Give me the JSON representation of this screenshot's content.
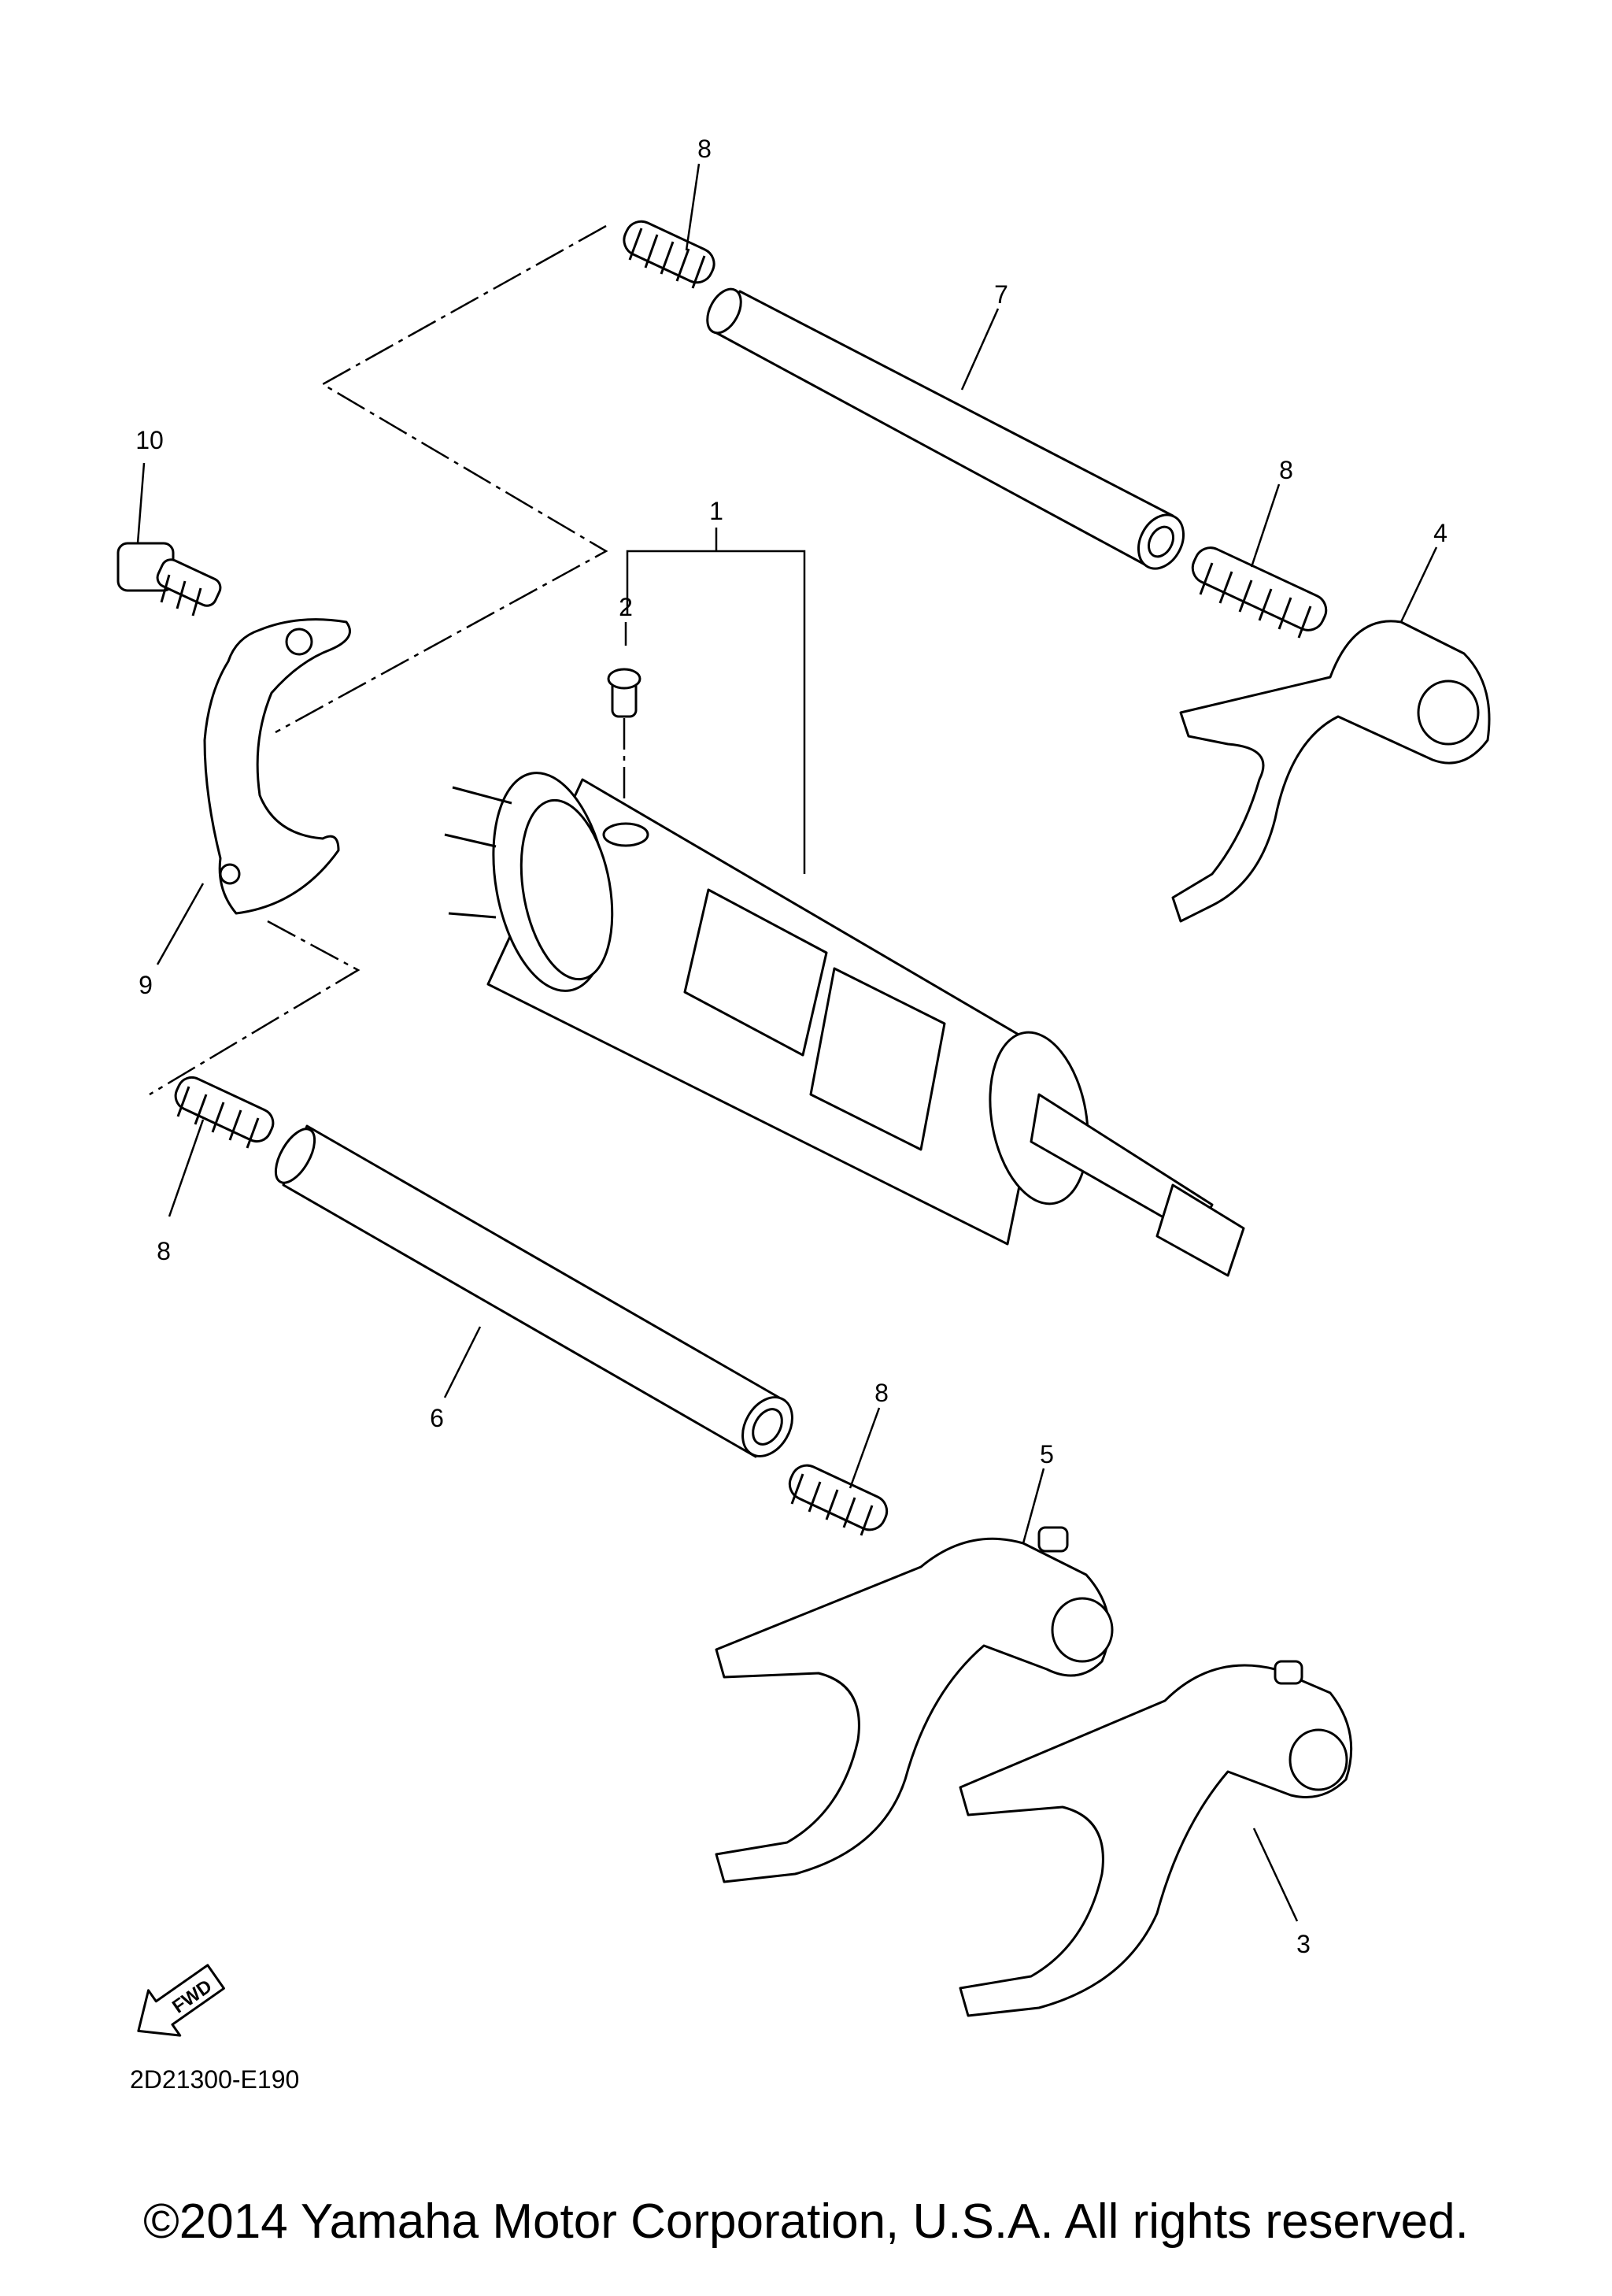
{
  "diagram": {
    "callouts": [
      {
        "id": "c1",
        "label": "1"
      },
      {
        "id": "c2",
        "label": "2"
      },
      {
        "id": "c3",
        "label": "3"
      },
      {
        "id": "c4",
        "label": "4"
      },
      {
        "id": "c5",
        "label": "5"
      },
      {
        "id": "c6",
        "label": "6"
      },
      {
        "id": "c7",
        "label": "7"
      },
      {
        "id": "c8a",
        "label": "8"
      },
      {
        "id": "c8b",
        "label": "8"
      },
      {
        "id": "c8c",
        "label": "8"
      },
      {
        "id": "c8d",
        "label": "8"
      },
      {
        "id": "c9",
        "label": "9"
      },
      {
        "id": "c10",
        "label": "10"
      }
    ],
    "fwd_label": "FWD",
    "drawing_code": "2D21300-E190"
  },
  "footer": {
    "copyright": "©2014 Yamaha Motor Corporation, U.S.A. All rights reserved."
  }
}
